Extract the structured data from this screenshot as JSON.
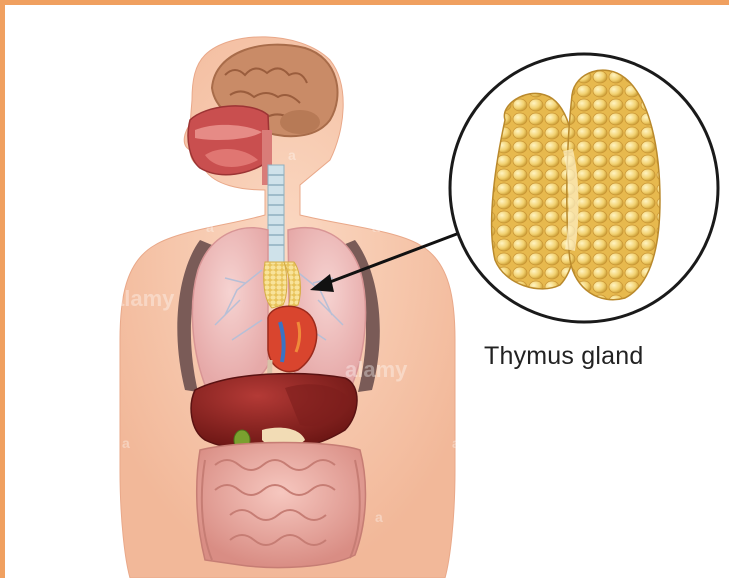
{
  "figure": {
    "caption": "Thymus gland",
    "watermarks": [
      "alamy",
      "alamy",
      "a",
      "a",
      "a",
      "a",
      "a",
      "a"
    ],
    "border_color": "#f0a060"
  }
}
